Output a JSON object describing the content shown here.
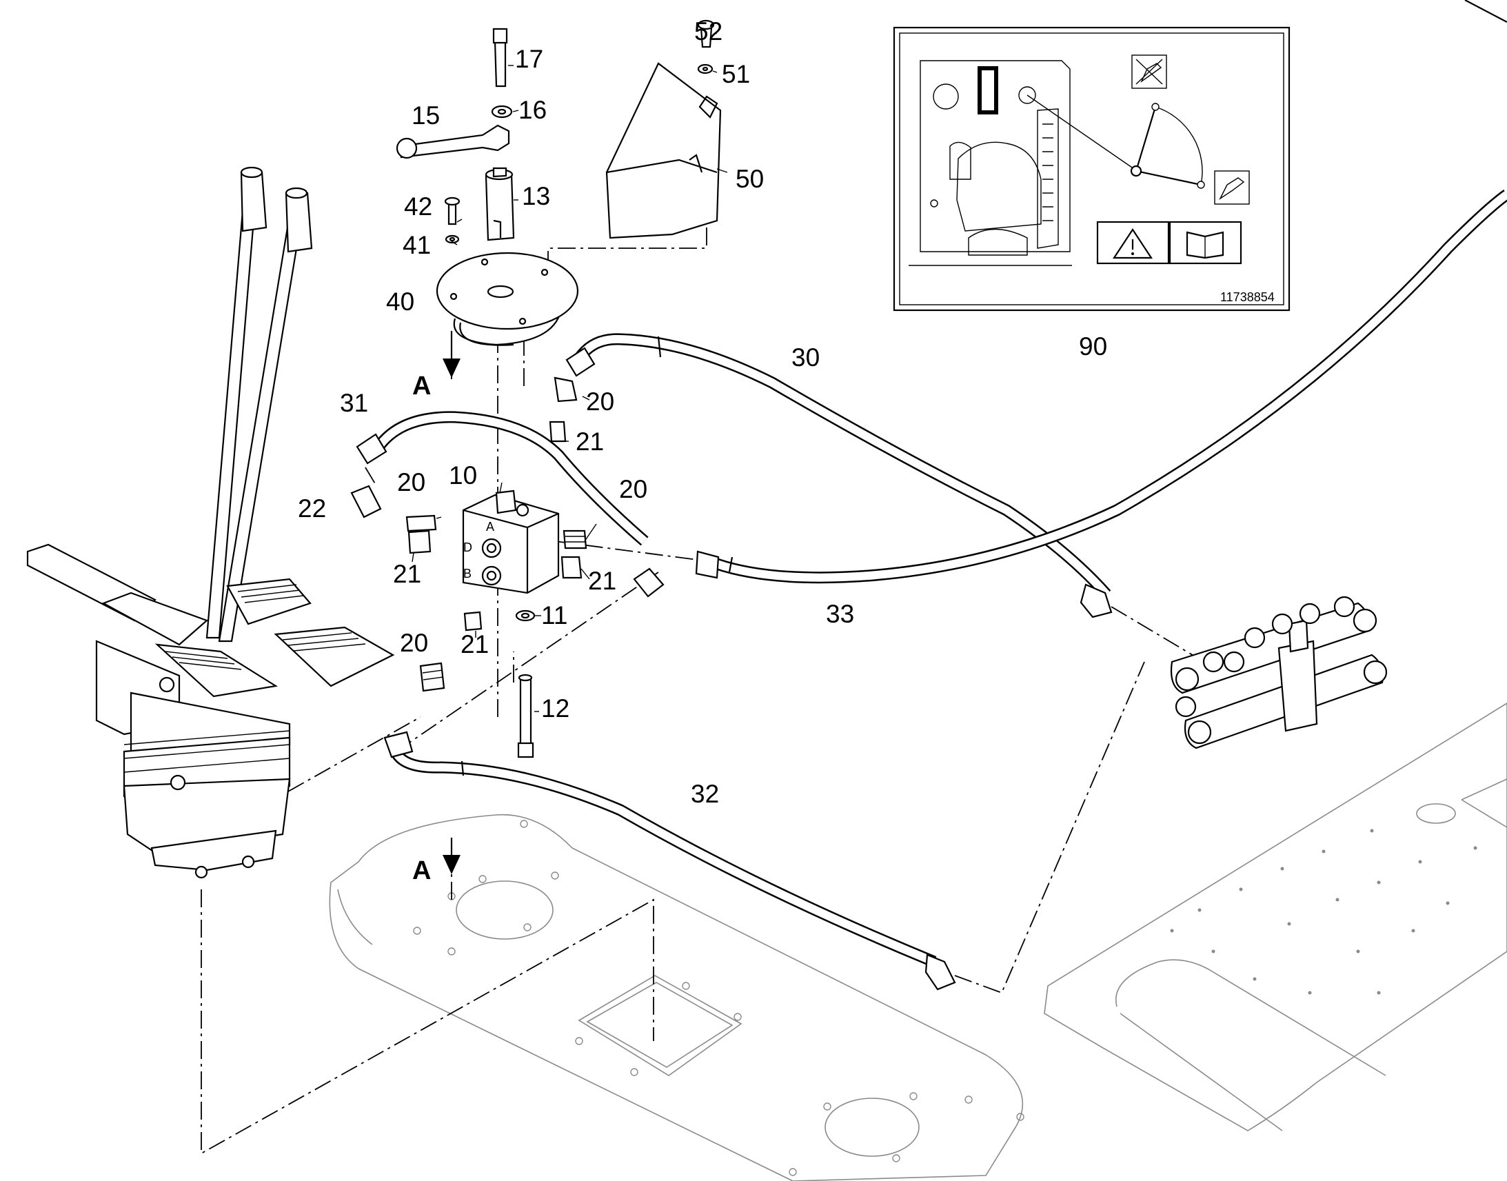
{
  "callouts": {
    "c10": "10",
    "c11": "11",
    "c12": "12",
    "c13": "13",
    "c15": "15",
    "c16": "16",
    "c17": "17",
    "c20a": "20",
    "c20b": "20",
    "c20c": "20",
    "c20d": "20",
    "c21a": "21",
    "c21b": "21",
    "c21c": "21",
    "c21d": "21",
    "c22": "22",
    "c30": "30",
    "c31": "31",
    "c32": "32",
    "c33": "33",
    "c40": "40",
    "c41": "41",
    "c42": "42",
    "c50": "50",
    "c51": "51",
    "c52": "52",
    "c90": "90"
  },
  "view_markers": {
    "top": "A",
    "bottom": "A"
  },
  "valve_ports": {
    "a": "A",
    "b": "B",
    "d": "D"
  },
  "decal": {
    "code": "11738854",
    "icons": [
      "warning-triangle-icon",
      "manual-book-icon",
      "crossed-pump-icon",
      "pump-icon"
    ]
  }
}
